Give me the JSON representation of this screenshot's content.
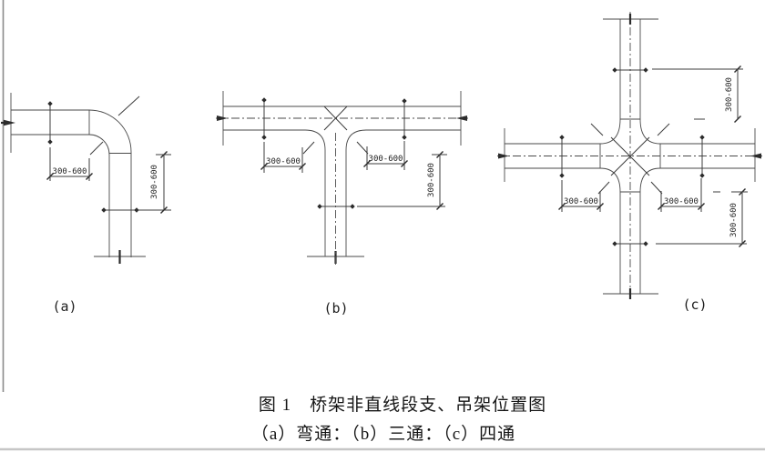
{
  "page": {
    "background": "#ffffff",
    "line_color": "#3c3c3c",
    "border_left_color": "#8c8c8c",
    "border_bottom_color": "#c6c6c6"
  },
  "caption": {
    "line1": "图 1　桥架非直线段支、吊架位置图",
    "line2": "（a）弯通：（b）三通：（c）四通"
  },
  "diagrams": {
    "a": {
      "label": "(a)",
      "dim_horizontal": "300-600",
      "dim_vertical": "300-600"
    },
    "b": {
      "label": "(b)",
      "dim_left": "300-600",
      "dim_right": "300-600",
      "dim_vertical": "300-600"
    },
    "c": {
      "label": "(c)",
      "dim_top_vertical": "300-600",
      "dim_bottom_left": "300-600",
      "dim_bottom_right": "300-600",
      "dim_bottom_vertical": "300-600"
    }
  }
}
